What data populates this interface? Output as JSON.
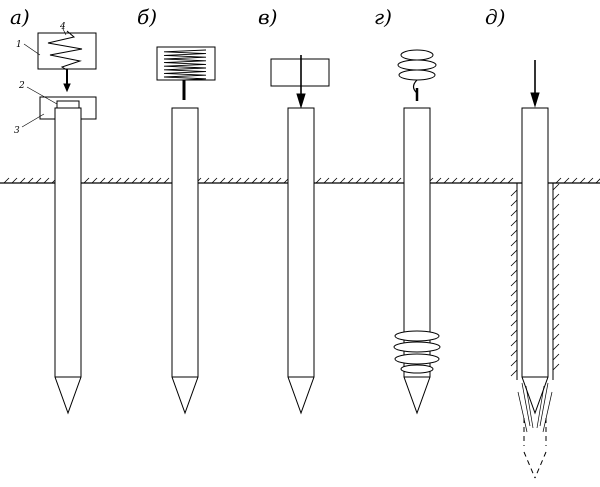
{
  "diagram": {
    "panels": [
      {
        "id": "a",
        "label": "а)"
      },
      {
        "id": "b",
        "label": "б)"
      },
      {
        "id": "v",
        "label": "в)"
      },
      {
        "id": "g",
        "label": "г)"
      },
      {
        "id": "d",
        "label": "д)"
      }
    ],
    "part_numbers": [
      "1",
      "2",
      "3",
      "4"
    ]
  }
}
